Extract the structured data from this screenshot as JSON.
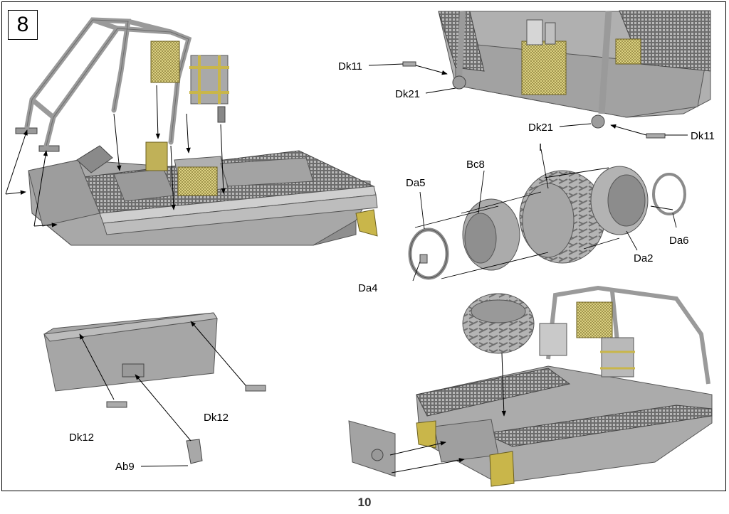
{
  "step_number": "8",
  "page_number": "10",
  "labels": {
    "dk11_top": "Dk11",
    "dk21_top": "Dk21",
    "dk21_mid": "Dk21",
    "dk11_mid": "Dk11",
    "i": "I",
    "bc8": "Bc8",
    "da5": "Da5",
    "da6": "Da6",
    "da2": "Da2",
    "da4": "Da4",
    "dk12_left": "Dk12",
    "dk12_right": "Dk12",
    "ab9": "Ab9"
  }
}
